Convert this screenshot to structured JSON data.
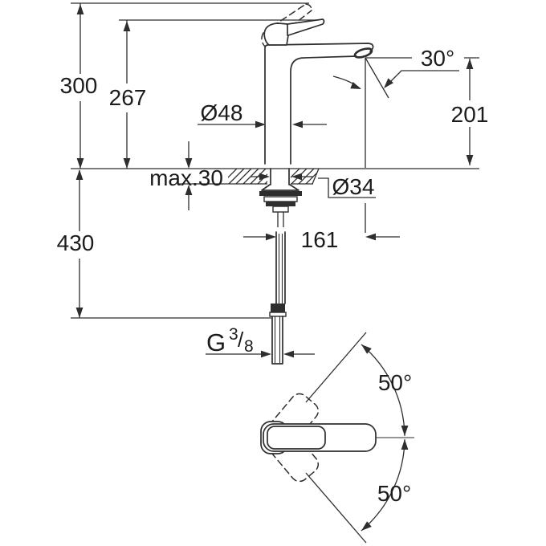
{
  "labels": {
    "overall_height": "300",
    "handle_height": "267",
    "spout_height": "201",
    "body_diameter": "Ø48",
    "aerator_angle": "30°",
    "deck_max_thickness": "max.30",
    "hole_diameter": "Ø34",
    "below_deck_length": "430",
    "spout_projection": "161",
    "thread": {
      "g": "G",
      "numerator": "3",
      "slash": "/",
      "denominator": "8"
    },
    "handle_swivel_upper": "50°",
    "handle_swivel_lower": "50°"
  },
  "colors": {
    "background": "#ffffff",
    "line": "#2e2e2e",
    "text": "#1c1c1c"
  }
}
